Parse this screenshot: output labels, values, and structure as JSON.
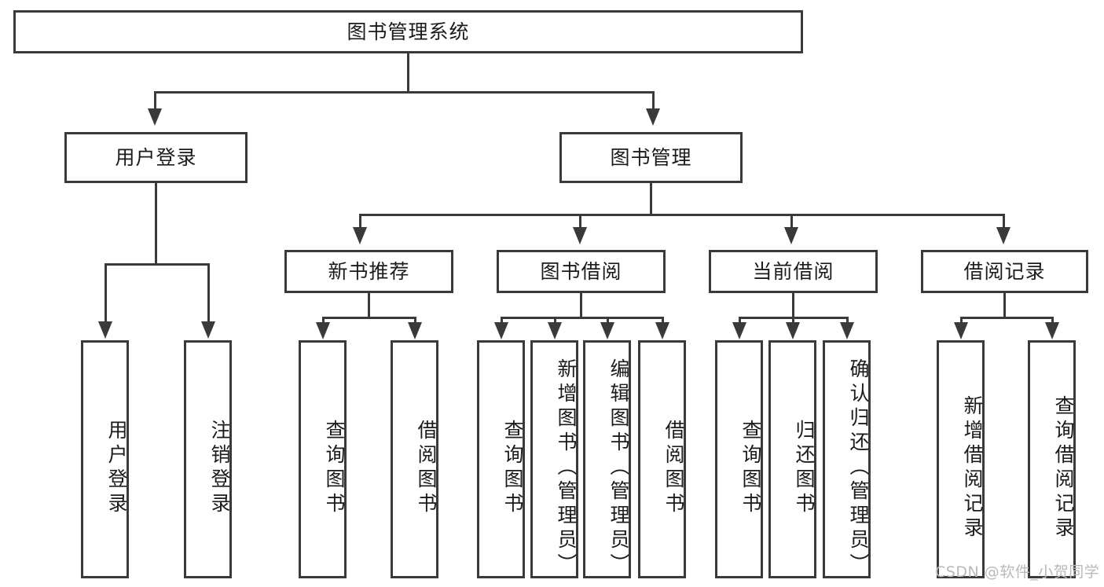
{
  "diagram": {
    "type": "tree",
    "title": "图书管理系统",
    "root": {
      "label": "图书管理系统"
    },
    "level2": [
      {
        "label": "用户登录"
      },
      {
        "label": "图书管理"
      }
    ],
    "level3": [
      {
        "label": "新书推荐"
      },
      {
        "label": "图书借阅"
      },
      {
        "label": "当前借阅"
      },
      {
        "label": "借阅记录"
      }
    ],
    "leaves": {
      "user_login": [
        {
          "label": "用户登录"
        },
        {
          "label": "注销登录"
        }
      ],
      "new_book_recommend": [
        {
          "label": "查询图书"
        },
        {
          "label": "借阅图书"
        }
      ],
      "book_borrow": [
        {
          "label": "查询图书"
        },
        {
          "label": "新增图书（管理员）"
        },
        {
          "label": "编辑图书（管理员）"
        },
        {
          "label": "借阅图书"
        }
      ],
      "current_borrow": [
        {
          "label": "查询图书"
        },
        {
          "label": "归还图书"
        },
        {
          "label": "确认归还（管理员）"
        }
      ],
      "borrow_record": [
        {
          "label": "新增借阅记录"
        },
        {
          "label": "查询借阅记录"
        }
      ]
    }
  },
  "watermark": {
    "text": "CSDN @软件_小贺同学"
  },
  "colors": {
    "stroke": "#3a3a3a",
    "text": "#1b1b1b",
    "background": "#ffffff",
    "watermark": "#b9b9b9"
  }
}
